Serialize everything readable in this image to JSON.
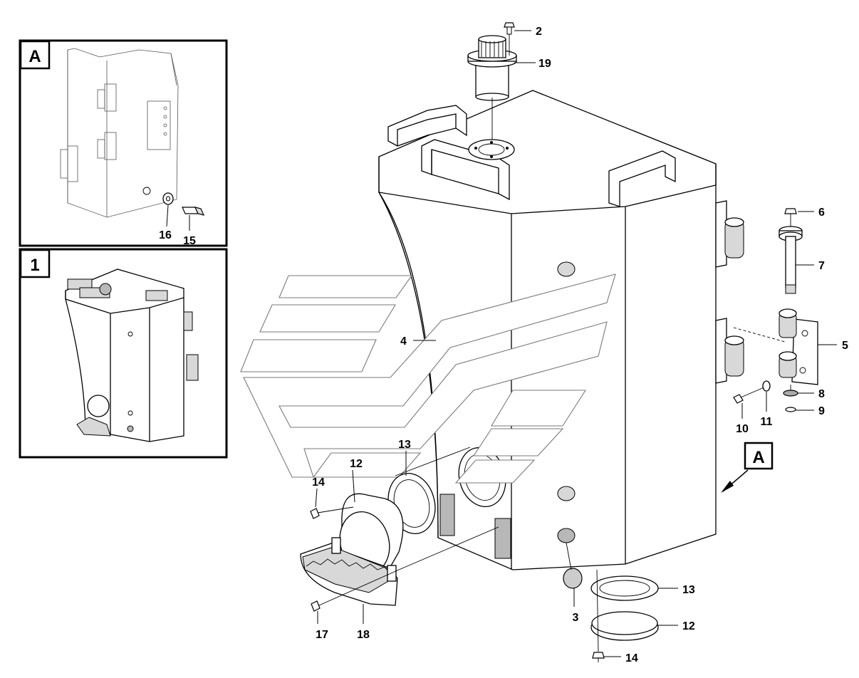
{
  "inset_a": {
    "tag": "A"
  },
  "inset_1": {
    "tag": "1"
  },
  "section_ref_tag": "A",
  "callouts": {
    "c2": "2",
    "c19": "19",
    "c6": "6",
    "c7": "7",
    "c5": "5",
    "c8": "8",
    "c9": "9",
    "c10": "10",
    "c11": "11",
    "c4": "4",
    "c13a": "13",
    "c12a": "12",
    "c14a": "14",
    "c17": "17",
    "c18": "18",
    "c3": "3",
    "c13b": "13",
    "c12b": "12",
    "c14b": "14",
    "c16": "16",
    "c15": "15"
  }
}
